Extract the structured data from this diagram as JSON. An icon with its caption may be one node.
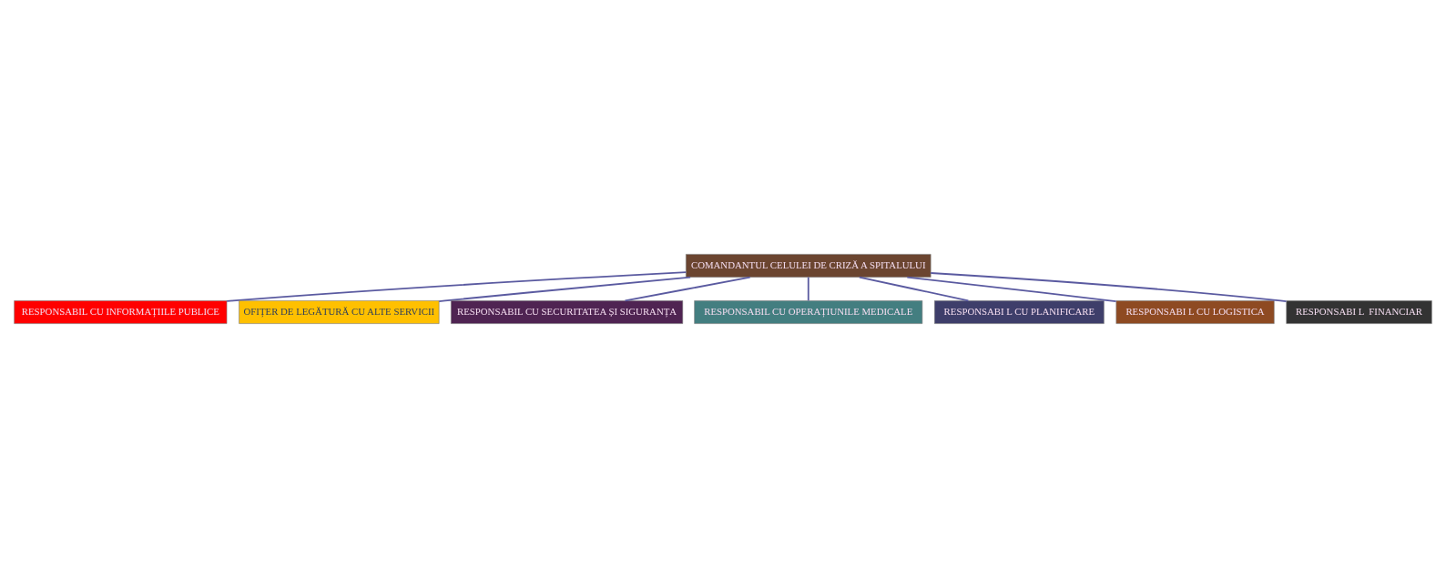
{
  "diagram": {
    "nodes": [
      {
        "text": [
          "COMANDANTUL CELULEI DE CRIZĂ A SPITALULUI"
        ]
      },
      {
        "text": [
          "RESPONSABIL CU INFORMAȚIILE PUBLICE"
        ]
      },
      {
        "text": [
          "OFIȚER DE LEGĂTURĂ CU ALTE SERVICII"
        ]
      },
      {
        "text": [
          "RESPONSABIL CU SECURITATEA ȘI SIGURANȚA"
        ]
      },
      {
        "text": [
          "RESPONSABIL CU OPERAȚIUNILE MEDICALE"
        ]
      },
      {
        "text": [
          "RESPONSABI L CU PLANIFICARE"
        ]
      },
      {
        "text": [
          "RESPONSABI L CU LOGISTICA"
        ]
      },
      {
        "text": [
          "RESPONSABI L  FINANCIAR"
        ]
      }
    ],
    "edges": [
      {
        "from": 0,
        "to": 1,
        "arrow": "none"
      },
      {
        "from": 0,
        "to": 2,
        "arrow": "none"
      },
      {
        "from": 0,
        "to": 3,
        "arrow": "none"
      },
      {
        "from": 0,
        "to": 4,
        "arrow": "none"
      },
      {
        "from": 0,
        "to": 5,
        "arrow": "none"
      },
      {
        "from": 0,
        "to": 6,
        "arrow": "none"
      },
      {
        "from": 0,
        "to": 7,
        "arrow": "none"
      }
    ]
  }
}
